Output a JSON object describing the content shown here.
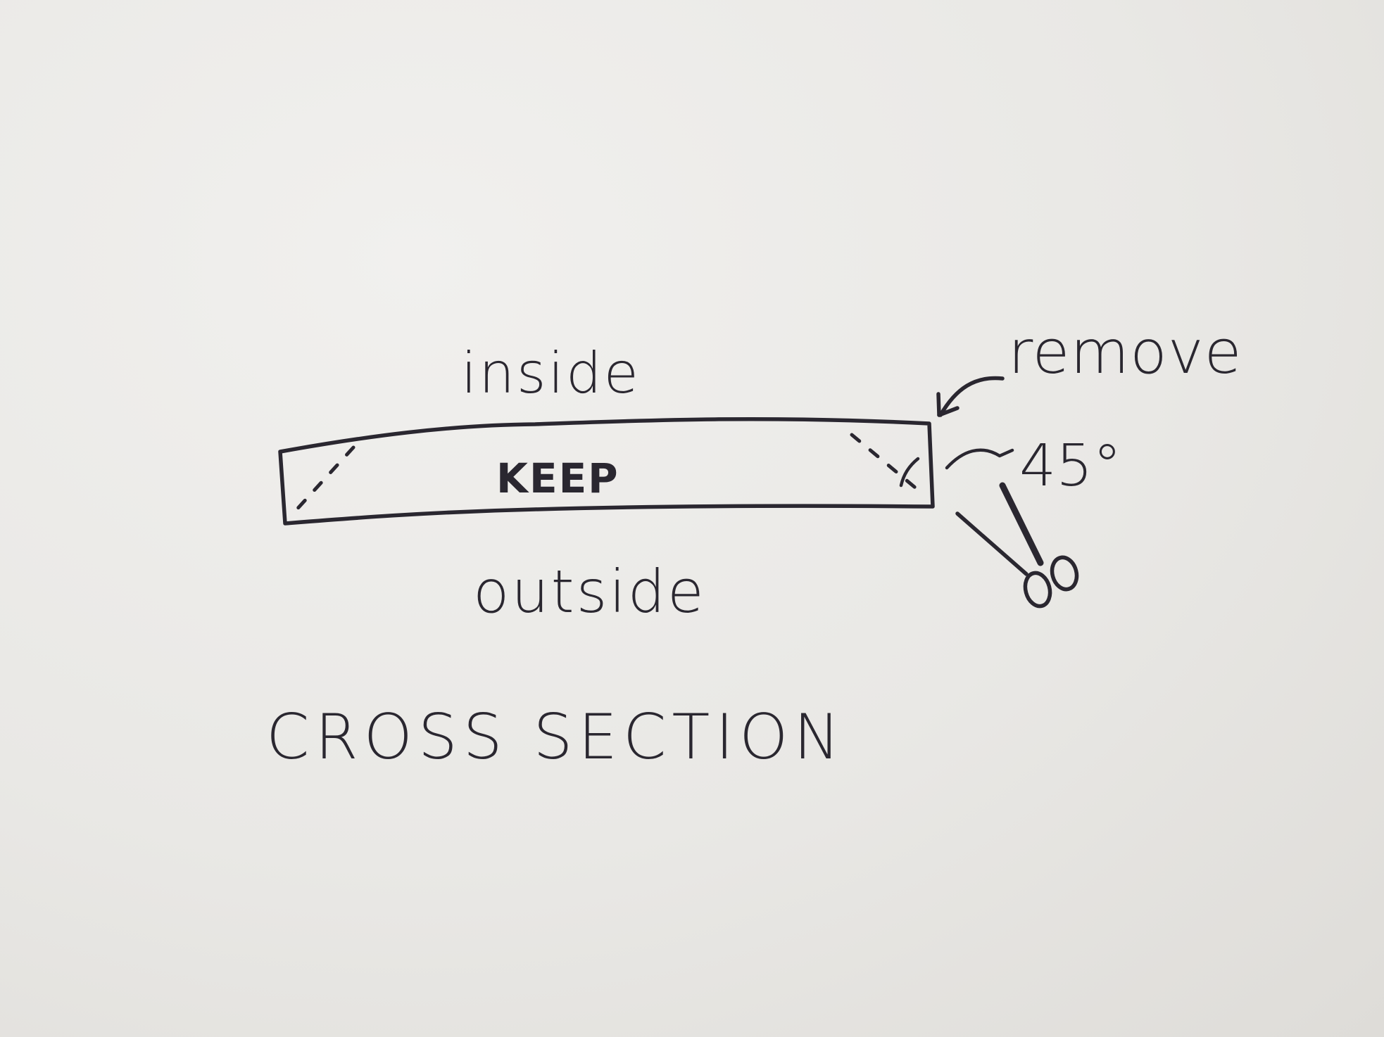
{
  "labels": {
    "inside": "inside",
    "keep": "KEEP",
    "outside": "outside",
    "remove": "remove",
    "angle": "45°",
    "caption": "CROSS SECTION"
  },
  "icons": {
    "cut_tool": "scissors-icon",
    "pointer": "curved-arrow-icon"
  },
  "colors": {
    "ink": "#2a2730",
    "paper": "#e9e8e5"
  }
}
